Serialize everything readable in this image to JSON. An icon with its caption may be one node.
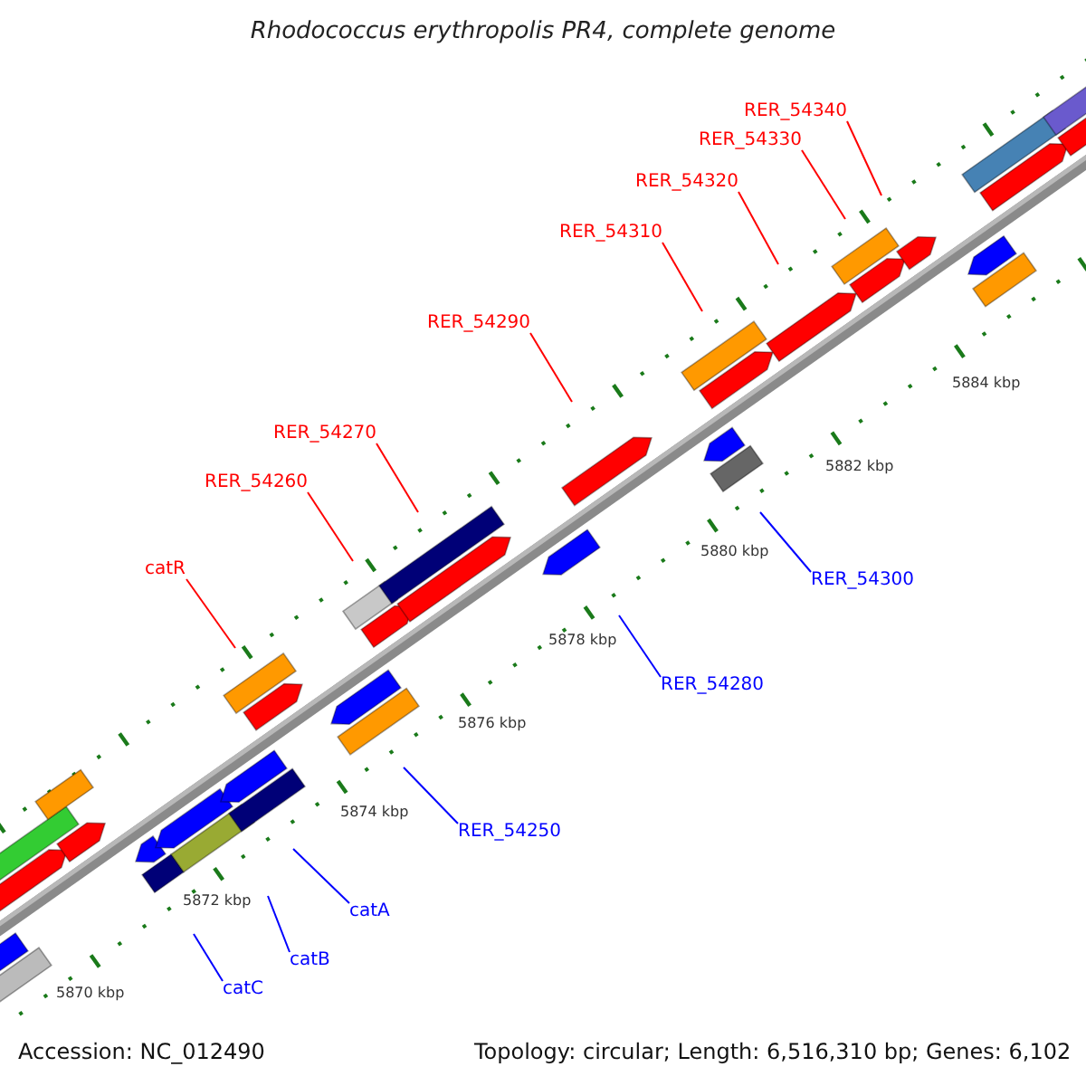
{
  "diagram": {
    "title": "Rhodococcus erythropolis PR4, complete genome",
    "nodes": [
      {
        "text": [
          "RER_54340"
        ]
      },
      {
        "text": [
          "RER_54330"
        ]
      },
      {
        "text": [
          "RER_54320"
        ]
      },
      {
        "text": [
          "RER_54310"
        ]
      },
      {
        "text": [
          "RER_54290"
        ]
      },
      {
        "text": [
          "RER_54270"
        ]
      },
      {
        "text": [
          "RER_54260"
        ]
      },
      {
        "text": [
          "catR"
        ]
      },
      {
        "text": [
          "RER_54300"
        ]
      },
      {
        "text": [
          "RER_54280"
        ]
      },
      {
        "text": [
          "RER_54250"
        ]
      },
      {
        "text": [
          "catA"
        ]
      },
      {
        "text": [
          "catB"
        ]
      },
      {
        "text": [
          "catC"
        ]
      }
    ],
    "edges": [
      {
        "from": 0,
        "to": null,
        "arrow": "none"
      },
      {
        "from": 1,
        "to": null,
        "arrow": "none"
      },
      {
        "from": 2,
        "to": null,
        "arrow": "none"
      },
      {
        "from": 3,
        "to": null,
        "arrow": "none"
      },
      {
        "from": 4,
        "to": null,
        "arrow": "none"
      },
      {
        "from": 5,
        "to": null,
        "arrow": "none"
      },
      {
        "from": 6,
        "to": null,
        "arrow": "none"
      },
      {
        "from": 7,
        "to": null,
        "arrow": "none"
      },
      {
        "from": 8,
        "to": null,
        "arrow": "none",
        "color": "#0000ff"
      },
      {
        "from": 9,
        "to": null,
        "arrow": "none",
        "color": "#0000ff"
      },
      {
        "from": 10,
        "to": null,
        "arrow": "none",
        "color": "#0000ff"
      },
      {
        "from": 11,
        "to": null,
        "arrow": "none",
        "color": "#0000ff"
      },
      {
        "from": 12,
        "to": null,
        "arrow": "none",
        "color": "#0000ff"
      },
      {
        "from": 13,
        "to": null,
        "arrow": "none",
        "color": "#0000ff"
      }
    ],
    "labels": [
      "5870 kbp",
      "5872 kbp",
      "5874 kbp",
      "5876 kbp",
      "5878 kbp",
      "5880 kbp",
      "5882 kbp",
      "5884 kbp",
      "Accession: NC_012490",
      "Topology: circular; Length: 6,516,310 bp; Genes: 6,102"
    ]
  }
}
